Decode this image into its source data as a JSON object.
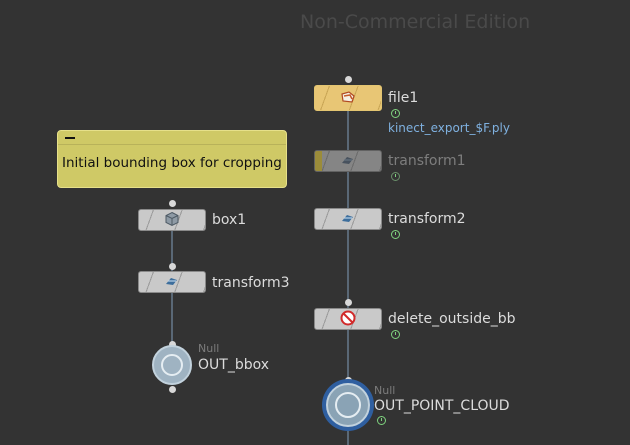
{
  "watermark": "Non-Commercial Edition",
  "sticky_note": {
    "text": "Initial bounding box for cropping"
  },
  "nodes": {
    "file1": {
      "label": "file1",
      "sublabel": "kinect_export_$F.ply",
      "icon": "file-icon"
    },
    "transform1": {
      "label": "transform1",
      "icon": "transform-icon",
      "state": "bypassed"
    },
    "transform2": {
      "label": "transform2",
      "icon": "transform-icon"
    },
    "delete_outside_bb": {
      "label": "delete_outside_bb",
      "icon": "delete-icon"
    },
    "out_point_cloud": {
      "label": "OUT_POINT_CLOUD",
      "type": "Null",
      "display": true
    },
    "box1": {
      "label": "box1",
      "icon": "box-icon"
    },
    "transform3": {
      "label": "transform3",
      "icon": "transform-icon"
    },
    "out_bbox": {
      "label": "OUT_bbox",
      "type": "Null"
    }
  },
  "colors": {
    "background": "#333333",
    "wire": "#7a8fa3",
    "sticky": "#cfc966",
    "file_node": "#e8c675"
  }
}
